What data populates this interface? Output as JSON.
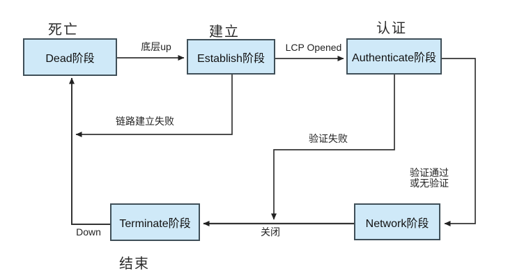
{
  "stages": {
    "death": "死亡",
    "establish": "建立",
    "authenticate": "认证",
    "end": "结束"
  },
  "boxes": {
    "dead": "Dead阶段",
    "establish": "Establish阶段",
    "authenticate": "Authenticate阶段",
    "terminate": "Terminate阶段",
    "network": "Network阶段"
  },
  "transitions": {
    "lower_layer_up": "底层up",
    "lcp_opened": "LCP Opened",
    "link_establish_fail": "链路建立失败",
    "auth_fail": "验证失败",
    "auth_pass_line1": "验证通过",
    "auth_pass_line2": "或无验证",
    "close": "关闭",
    "down": "Down"
  },
  "colors": {
    "box_fill": "#cfe9f8",
    "box_border": "#3f4f58",
    "line": "#333333",
    "arrowhead": "#222222",
    "text": "#222222",
    "background": "#ffffff"
  }
}
